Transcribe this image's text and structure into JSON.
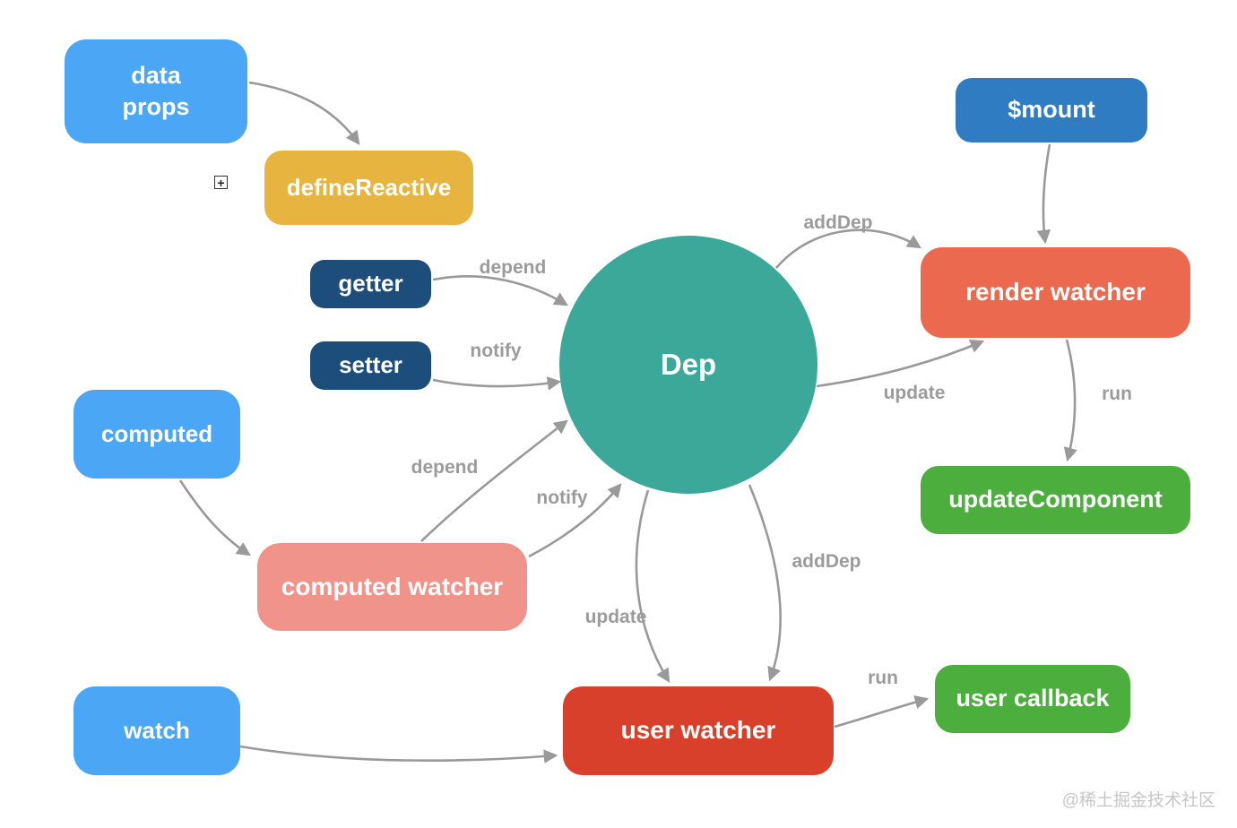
{
  "watermark": "@稀土掘金技术社区",
  "icons": {
    "expand": "+"
  },
  "colors": {
    "node_blue": "#4BA7F5",
    "node_yellow": "#E8B440",
    "node_navy": "#1D4D7B",
    "node_teal": "#3CA89A",
    "node_blue_dark": "#2F7CC2",
    "node_coral": "#EB6A4F",
    "node_green": "#4CAE3D",
    "node_salmon": "#F0948B",
    "node_red": "#D8402C",
    "edge_gray": "#999999",
    "edge_label_gray": "#9B9B9B",
    "watermark_gray": "#C6C6C6"
  },
  "nodes": {
    "data_props": {
      "label": "data\nprops"
    },
    "define_reactive": {
      "label": "defineReactive"
    },
    "getter": {
      "label": "getter"
    },
    "setter": {
      "label": "setter"
    },
    "dep": {
      "label": "Dep"
    },
    "mount": {
      "label": "$mount"
    },
    "render_watcher": {
      "label": "render watcher"
    },
    "update_component": {
      "label": "updateComponent"
    },
    "computed": {
      "label": "computed"
    },
    "computed_watcher": {
      "label": "computed watcher"
    },
    "watch": {
      "label": "watch"
    },
    "user_watcher": {
      "label": "user watcher"
    },
    "user_callback": {
      "label": "user callback"
    }
  },
  "edge_labels": {
    "depend_getter": "depend",
    "notify_setter": "notify",
    "adddep_render": "addDep",
    "update_render": "update",
    "run_render": "run",
    "depend_computed": "depend",
    "notify_computed": "notify",
    "update_user": "update",
    "adddep_user": "addDep",
    "run_user": "run"
  }
}
